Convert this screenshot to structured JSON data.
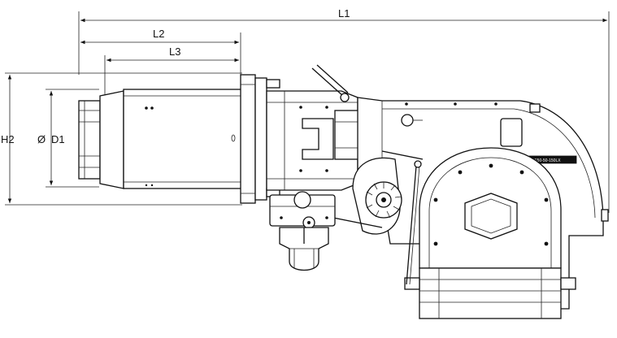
{
  "dimensions": {
    "overall_length": "L1",
    "head_length": "L2",
    "head_insertion": "L3",
    "height": "H2",
    "head_diameter": "D1",
    "diameter_symbol": "Ø"
  },
  "rating_plate": "KS50-50-150LX",
  "colors": {
    "line": "#111111",
    "background": "#ffffff"
  }
}
